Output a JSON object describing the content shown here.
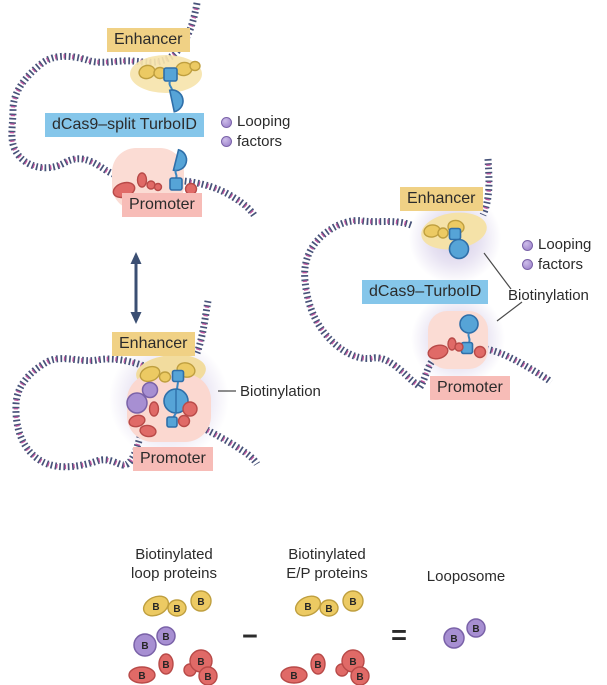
{
  "panel_split": {
    "enhancer": "Enhancer",
    "method": "dCas9–split TurboID",
    "promoter": "Promoter",
    "legend_line1": "Looping",
    "legend_line2": "factors"
  },
  "panel_looped": {
    "enhancer": "Enhancer",
    "promoter": "Promoter",
    "biotinylation": "Biotinylation"
  },
  "panel_fusion": {
    "enhancer": "Enhancer",
    "method": "dCas9–TurboID",
    "promoter": "Promoter",
    "legend_line1": "Looping",
    "legend_line2": "factors",
    "biotinylation": "Biotinylation"
  },
  "equation": {
    "term1_line1": "Biotinylated",
    "term1_line2": "loop proteins",
    "operator_minus": "−",
    "term2_line1": "Biotinylated",
    "term2_line2": "E/P proteins",
    "operator_equals": "=",
    "result": "Looposome",
    "biotin": "B"
  },
  "colors": {
    "enhancer_label_bg": "#f0d185",
    "method_label_bg": "#85c6ea",
    "promoter_label_bg": "#f7bcb7",
    "dna_strand": "#475379",
    "dna_tick": "#c2579f",
    "looping_factor": "#a78fd2",
    "enhancer_protein": "#ecca63",
    "promoter_protein": "#e06a67",
    "dcas9_turboid": "#56a4d7",
    "glow": "#b0a0d4",
    "arrow": "#3b4f73",
    "text": "#2b2b2b"
  }
}
